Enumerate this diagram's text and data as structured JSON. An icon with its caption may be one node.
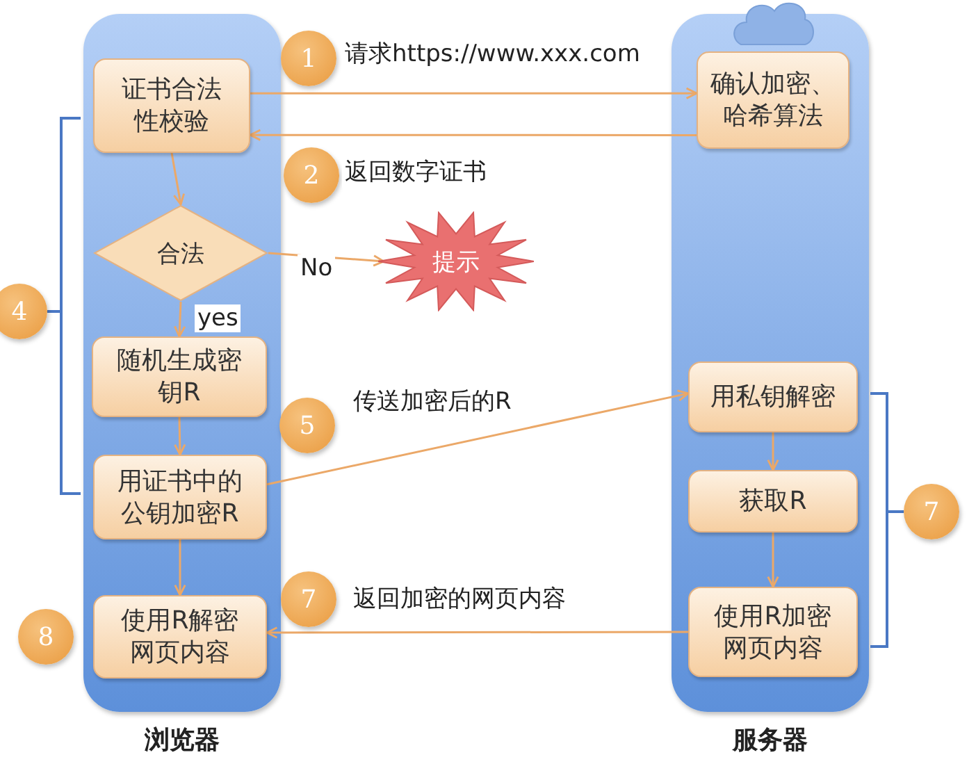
{
  "diagram": {
    "nodes": [
      {
        "text": [
          "浏览器"
        ]
      },
      {
        "text": [
          "证书合法性校验"
        ],
        "in": 0
      },
      {
        "text": [
          "合法"
        ],
        "in": 0
      },
      {
        "text": [
          "随机生成密钥R"
        ],
        "in": 0
      },
      {
        "text": [
          "用证书中的公钥加密R"
        ],
        "in": 0
      },
      {
        "text": [
          "使用R解密网页内容"
        ],
        "in": 0
      },
      {
        "text": [
          "服务器"
        ]
      },
      {
        "text": [
          "确认加密、哈希算法"
        ],
        "in": 6
      },
      {
        "text": [
          "用私钥解密"
        ],
        "in": 6
      },
      {
        "text": [
          "获取R"
        ],
        "in": 6
      },
      {
        "text": [
          "使用R加密网页内容"
        ],
        "in": 6
      },
      {
        "text": [
          "提示"
        ]
      },
      {
        "text": [
          "1"
        ]
      },
      {
        "text": [
          "2"
        ]
      },
      {
        "text": [
          "4"
        ]
      },
      {
        "text": [
          "5"
        ]
      },
      {
        "text": [
          "7"
        ]
      },
      {
        "text": [
          "8"
        ]
      },
      {
        "text": [
          "7"
        ]
      }
    ],
    "edges": [
      {
        "from": 1,
        "to": 7,
        "arrow": "to",
        "label": "请求https://www.xxx.com"
      },
      {
        "from": 7,
        "to": 1,
        "arrow": "to",
        "label": "返回数字证书"
      },
      {
        "from": 1,
        "to": 2,
        "arrow": "to"
      },
      {
        "from": 2,
        "to": 11,
        "arrow": "to",
        "label": "No"
      },
      {
        "from": 2,
        "to": 3,
        "arrow": "to",
        "label": "yes"
      },
      {
        "from": 3,
        "to": 4,
        "arrow": "to"
      },
      {
        "from": 4,
        "to": 8,
        "arrow": "to",
        "label": "传送加密后的R"
      },
      {
        "from": 4,
        "to": 5,
        "arrow": "to"
      },
      {
        "from": 8,
        "to": 9,
        "arrow": "to"
      },
      {
        "from": 9,
        "to": 10,
        "arrow": "to"
      },
      {
        "from": 10,
        "to": 5,
        "arrow": "to",
        "label": "返回加密的网页内容"
      }
    ]
  }
}
